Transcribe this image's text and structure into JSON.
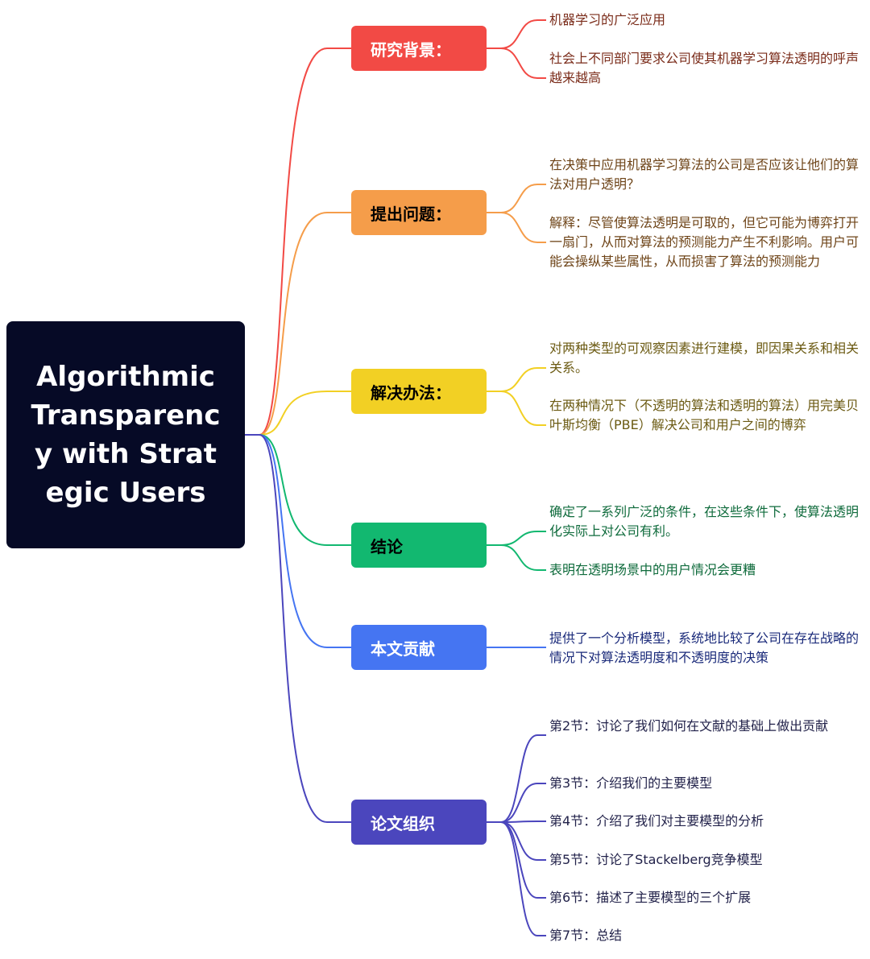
{
  "root": {
    "title": "Algorithmic Transparency with Strategic Users"
  },
  "colors": {
    "root_bg": "#060a26",
    "red": "#f24a45",
    "orange": "#f59d4a",
    "yellow": "#f2d024",
    "green": "#12b870",
    "blue": "#4575f2",
    "indigo": "#4b46bd"
  },
  "branches": [
    {
      "label": "研究背景：",
      "color": "#f24a45",
      "text_color": "#ffffff",
      "leaf_color": "#7a2b19",
      "leaves": [
        "机器学习的广泛应用",
        "社会上不同部门要求公司使其机器学习算法透明的呼声越来越高"
      ]
    },
    {
      "label": "提出问题：",
      "color": "#f59d4a",
      "text_color": "#000000",
      "leaf_color": "#6e4418",
      "leaves": [
        "在决策中应用机器学习算法的公司是否应该让他们的算法对用户透明？",
        "解释：尽管使算法透明是可取的，但它可能为博弈打开一扇门，从而对算法的预测能力产生不利影响。用户可能会操纵某些属性，从而损害了算法的预测能力"
      ]
    },
    {
      "label": "解决办法：",
      "color": "#f2d024",
      "text_color": "#000000",
      "leaf_color": "#6b5a12",
      "leaves": [
        "对两种类型的可观察因素进行建模，即因果关系和相关关系。",
        "在两种情况下（不透明的算法和透明的算法）用完美贝叶斯均衡（PBE）解决公司和用户之间的博弈"
      ]
    },
    {
      "label": "结论",
      "color": "#12b870",
      "text_color": "#000000",
      "leaf_color": "#0f6b3c",
      "leaves": [
        "确定了一系列广泛的条件，在这些条件下，使算法透明化实际上对公司有利。",
        "表明在透明场景中的用户情况会更糟"
      ]
    },
    {
      "label": "本文贡献",
      "color": "#4575f2",
      "text_color": "#ffffff",
      "leaf_color": "#1a2a7a",
      "leaves": [
        "提供了一个分析模型，系统地比较了公司在存在战略的情况下对算法透明度和不透明度的决策"
      ]
    },
    {
      "label": "论文组织",
      "color": "#4b46bd",
      "text_color": "#ffffff",
      "leaf_color": "#22224a",
      "leaves": [
        "第2节：讨论了我们如何在文献的基础上做出贡献",
        "第3节：介绍我们的主要模型",
        "第4节：介绍了我们对主要模型的分析",
        "第5节：讨论了Stackelberg竞争模型",
        "第6节：描述了主要模型的三个扩展",
        "第7节：总结"
      ]
    }
  ]
}
